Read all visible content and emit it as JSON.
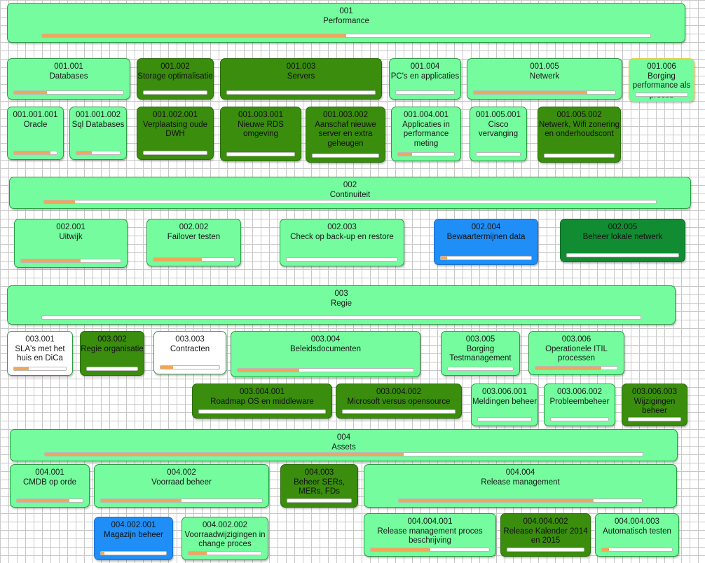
{
  "colors": {
    "light": "#74fc9e",
    "dark": "#3a8d0d",
    "blue": "#1f8ff7",
    "deep": "#118c33",
    "white": "#ffffff",
    "progress": "#f3a657"
  },
  "nodes": [
    {
      "code": "001",
      "title": "Performance",
      "style": "light",
      "progress": 0.5
    },
    {
      "code": "001.001",
      "title": "Databases",
      "style": "light",
      "progress": 0.3
    },
    {
      "code": "001.002",
      "title": "Storage optimalisatie",
      "style": "dark",
      "progress": 0.0
    },
    {
      "code": "001.003",
      "title": "Servers",
      "style": "dark",
      "progress": 0.0
    },
    {
      "code": "001.004",
      "title": "PC's en applicaties",
      "style": "light",
      "progress": 0.0
    },
    {
      "code": "001.005",
      "title": "Netwerk",
      "style": "light",
      "progress": 0.8
    },
    {
      "code": "001.006",
      "title": "Borging performance als proces",
      "style": "yellow",
      "progress": 0.0
    },
    {
      "code": "001.001.001",
      "title": "Oracle",
      "style": "light",
      "progress": 0.85
    },
    {
      "code": "001.001.002",
      "title": "Sql Databases",
      "style": "light",
      "progress": 0.35
    },
    {
      "code": "001.002.001",
      "title": "Verplaatsing oude DWH",
      "style": "dark",
      "progress": 0.0
    },
    {
      "code": "001.003.001",
      "title": "Nieuwe RDS omgeving",
      "style": "dark",
      "progress": 0.0
    },
    {
      "code": "001.003.002",
      "title": "Aanschaf nieuwe server en extra geheugen",
      "style": "dark",
      "progress": 0.0
    },
    {
      "code": "001.004.001",
      "title": "Applicaties in performance meting",
      "style": "light",
      "progress": 0.25
    },
    {
      "code": "001.005.001",
      "title": "Cisco vervanging",
      "style": "light",
      "progress": 0.0
    },
    {
      "code": "001.005.002",
      "title": "Netwerk, Wifi zonering en onderhoudscont",
      "style": "dark",
      "progress": 0.0
    },
    {
      "code": "002",
      "title": "Continuiteit",
      "style": "light",
      "progress": 0.05
    },
    {
      "code": "002.001",
      "title": "Uitwijk",
      "style": "light",
      "progress": 0.6
    },
    {
      "code": "002.002",
      "title": "Failover testen",
      "style": "light",
      "progress": 0.6
    },
    {
      "code": "002.003",
      "title": "Check op back-up en restore",
      "style": "light",
      "progress": 0.0
    },
    {
      "code": "002.004",
      "title": "Bewaartermijnen data",
      "style": "blue",
      "progress": 0.07
    },
    {
      "code": "002.005",
      "title": "Beheer lokale netwerk",
      "style": "deep",
      "progress": 0.0
    },
    {
      "code": "003",
      "title": "Regie",
      "style": "light",
      "progress": 0.0
    },
    {
      "code": "003.001",
      "title": "SLA's met het huis en DiCa",
      "style": "white",
      "progress": 0.28
    },
    {
      "code": "003.002",
      "title": "Regie organisatie",
      "style": "dark",
      "progress": 0.0
    },
    {
      "code": "003.003",
      "title": "Contracten",
      "style": "white",
      "progress": 0.22
    },
    {
      "code": "003.004",
      "title": "Beleidsdocumenten",
      "style": "light",
      "progress": 0.35
    },
    {
      "code": "003.005",
      "title": "Borging Testmanagement",
      "style": "light",
      "progress": 0.0
    },
    {
      "code": "003.006",
      "title": "Operationele ITIL processen",
      "style": "light",
      "progress": 0.8
    },
    {
      "code": "003.004.001",
      "title": "Roadmap OS en middleware",
      "style": "dark",
      "progress": 0.0
    },
    {
      "code": "003.004.002",
      "title": "Microsoft versus opensource",
      "style": "dark",
      "progress": 0.0
    },
    {
      "code": "003.006.001",
      "title": "Meldingen beheer",
      "style": "light",
      "progress": 0.0
    },
    {
      "code": "003.006.002",
      "title": "Probleembeheer",
      "style": "light",
      "progress": 0.0
    },
    {
      "code": "003.006.003",
      "title": "Wijzigingen beheer",
      "style": "dark",
      "progress": 0.0
    },
    {
      "code": "004",
      "title": "Assets",
      "style": "light",
      "progress": 0.6
    },
    {
      "code": "004.001",
      "title": "CMDB op orde",
      "style": "light",
      "progress": 0.8
    },
    {
      "code": "004.002",
      "title": "Voorraad beheer",
      "style": "light",
      "progress": 0.5
    },
    {
      "code": "004.003",
      "title": "Beheer SERs, MERs, FDs",
      "style": "dark",
      "progress": 0.0
    },
    {
      "code": "004.004",
      "title": "Release management",
      "style": "light",
      "progress": 0.8
    },
    {
      "code": "004.002.001",
      "title": "Magazijn beheer",
      "style": "blue",
      "progress": 0.05
    },
    {
      "code": "004.002.002",
      "title": "Voorraadwijzigingen in change proces",
      "style": "light",
      "progress": 0.25
    },
    {
      "code": "004.004.001",
      "title": "Release management proces beschrijving",
      "style": "light",
      "progress": 0.5
    },
    {
      "code": "004.004.002",
      "title": "Release Kalender 2014 en 2015",
      "style": "dark",
      "progress": 0.0
    },
    {
      "code": "004.004.003",
      "title": "Automatisch testen",
      "style": "light",
      "progress": 0.1
    }
  ]
}
